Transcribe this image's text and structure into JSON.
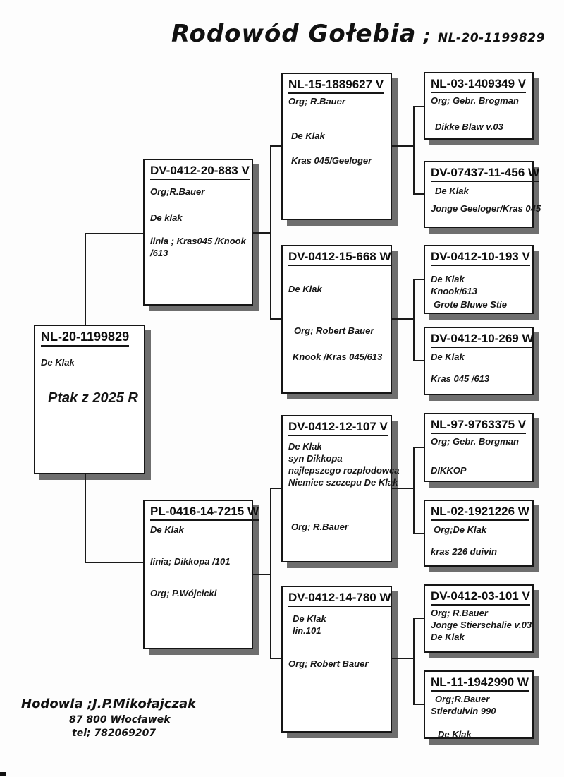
{
  "title": {
    "main": "Rodowód Gołebia",
    "separator": ";",
    "ring_number": "NL-20-1199829"
  },
  "boxes": {
    "g1": {
      "id": "NL-20-1199829",
      "lines": [
        "De Klak",
        "Ptak z 2025 R"
      ]
    },
    "g2a": {
      "id": "DV-0412-20-883 V",
      "lines": [
        "Org;R.Bauer",
        "De klak",
        "linia ; Kras045 /Knook",
        "/613"
      ]
    },
    "g2b": {
      "id": "PL-0416-14-7215 W",
      "lines": [
        "De Klak",
        "linia; Dikkopa /101",
        "Org; P.Wójcicki"
      ]
    },
    "g3a": {
      "id": "NL-15-1889627 V",
      "lines": [
        "Org; R.Bauer",
        "De Klak",
        "Kras 045/Geeloger"
      ]
    },
    "g3b": {
      "id": "DV-0412-15-668 W",
      "lines": [
        "De Klak",
        "Org; Robert Bauer",
        "Knook /Kras 045/613"
      ]
    },
    "g3c": {
      "id": "DV-0412-12-107 V",
      "lines": [
        "De Klak",
        "syn Dikkopa",
        "najlepszego rozpłodowca",
        "Niemiec szczepu De Klak",
        "Org; R.Bauer"
      ]
    },
    "g3d": {
      "id": "DV-0412-14-780 W",
      "lines": [
        "De Klak",
        "lin.101",
        "Org; Robert Bauer"
      ]
    },
    "g4a": {
      "id": "NL-03-1409349 V",
      "lines": [
        "Org; Gebr. Brogman",
        "Dikke Blaw v.03"
      ]
    },
    "g4b": {
      "id": "DV-07437-11-456 W",
      "lines": [
        "De Klak",
        "Jonge Geeloger/Kras 045"
      ]
    },
    "g4c": {
      "id": "DV-0412-10-193 V",
      "lines": [
        "De Klak",
        "Knook/613",
        "Grote Bluwe Stie"
      ]
    },
    "g4d": {
      "id": "DV-0412-10-269 W",
      "lines": [
        "De Klak",
        "Kras 045 /613"
      ]
    },
    "g4e": {
      "id": "NL-97-9763375 V",
      "lines": [
        "Org; Gebr. Borgman",
        "DIKKOP"
      ]
    },
    "g4f": {
      "id": "NL-02-1921226 W",
      "lines": [
        "Org;De Klak",
        "kras 226 duivin"
      ]
    },
    "g4g": {
      "id": "DV-0412-03-101 V",
      "lines": [
        "Org; R.Bauer",
        "Jonge Stierschalie v.03",
        "De Klak"
      ]
    },
    "g4h": {
      "id": "NL-11-1942990 W",
      "lines": [
        "Org;R.Bauer",
        "Stierduivin 990",
        "De Klak"
      ]
    }
  },
  "footer": {
    "breeder": "Hodowla ;J.P.Mikołajczak",
    "address": "87 800 Włocławek",
    "phone": "tel; 782069207"
  },
  "colors": {
    "line": "#1a1a1a",
    "box_border": "#161616",
    "shadow": "#6e6e6e",
    "paper": "#fdfdfd"
  }
}
